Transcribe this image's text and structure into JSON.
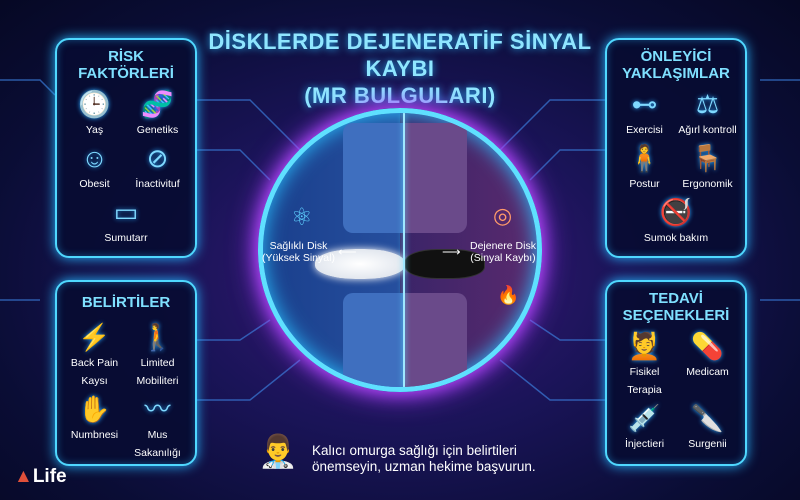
{
  "title": {
    "line1": "DİSKLERDE DEJENERATİF SİNYAL KAYBI",
    "line2": "(MR BULGULARI)"
  },
  "risk": {
    "title1": "RİSK",
    "title2": "FAKTÖRLERİ",
    "items": [
      {
        "label": "Yaş",
        "icon": "person-clock-icon"
      },
      {
        "label": "Genetiks",
        "icon": "dna-icon"
      },
      {
        "label": "Obesit",
        "icon": "obese-person-icon"
      },
      {
        "label": "İnactivituf",
        "icon": "no-activity-icon"
      },
      {
        "label": "Sumutarr",
        "icon": "cigarette-icon"
      }
    ]
  },
  "symptoms": {
    "title": "BELİRTİLER",
    "items": [
      {
        "label": "Back Pain Kaysı",
        "icon": "back-pain-icon"
      },
      {
        "label": "Limited Mobiliteri",
        "icon": "walking-icon"
      },
      {
        "label": "Numbnesi",
        "icon": "hand-icon"
      },
      {
        "label": "Mus Sakanılığı",
        "icon": "muscle-icon"
      }
    ]
  },
  "prevention": {
    "title1": "ÖNLEYİCİ",
    "title2": "YAKLAŞIMLAR",
    "items": [
      {
        "label": "Exercisi",
        "icon": "dumbbell-icon"
      },
      {
        "label": "Ağırl kontroll",
        "icon": "scale-icon"
      },
      {
        "label": "Postur",
        "icon": "posture-icon"
      },
      {
        "label": "Ergonomik",
        "icon": "chair-icon"
      },
      {
        "label": "Sumok bakım",
        "icon": "no-smoking-icon"
      }
    ]
  },
  "treatment": {
    "title1": "TEDAVİ",
    "title2": "SEÇENEKLERİ",
    "items": [
      {
        "label": "Fisikel Terapia",
        "icon": "massage-icon"
      },
      {
        "label": "Medicam",
        "icon": "pill-icon"
      },
      {
        "label": "İnjectieri",
        "icon": "syringe-icon"
      },
      {
        "label": "Surgenii",
        "icon": "scalpel-icon"
      }
    ]
  },
  "center": {
    "healthy1": "Sağlıklı Disk",
    "healthy2": "(Yüksek Sinyal)",
    "degen1": "Dejenere Disk",
    "degen2": "(Sinyal Kaybı)"
  },
  "footer": {
    "line1": "Kalıcı omurga sağlığı için belirtileri",
    "line2": "önemseyin, uzman hekime başvurun."
  },
  "logo": {
    "text": "Life"
  },
  "colors": {
    "accent": "#4fd8ff",
    "glow": "#c04bff",
    "background": "#0a0d35"
  }
}
